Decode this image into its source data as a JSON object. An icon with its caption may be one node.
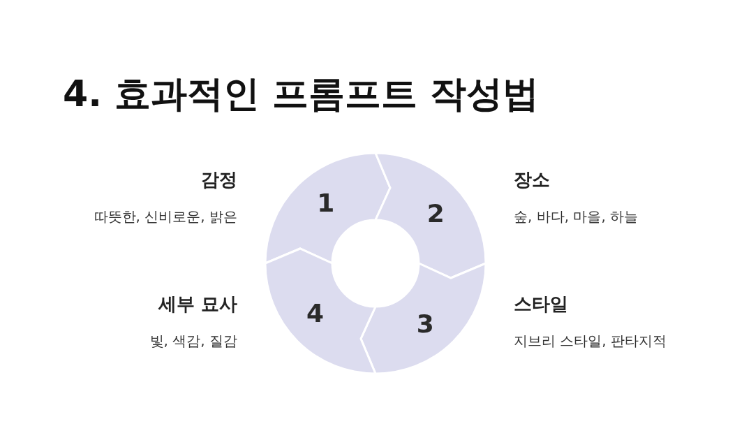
{
  "diagram": {
    "title": "4. 효과적인 프롬프트 작성법",
    "nodes": [
      {
        "text": [
          "1"
        ],
        "beside": [
          "감정",
          "따뜻한, 신비로운, 밝은"
        ]
      },
      {
        "text": [
          "2"
        ],
        "beside": [
          "장소",
          "숲, 바다, 마을, 하늘"
        ]
      },
      {
        "text": [
          "3"
        ],
        "beside": [
          "스타일",
          "지브리 스타일, 판타지적"
        ]
      },
      {
        "text": [
          "4"
        ],
        "beside": [
          "세부 묘사",
          "빛, 색감, 질감"
        ]
      }
    ]
  }
}
